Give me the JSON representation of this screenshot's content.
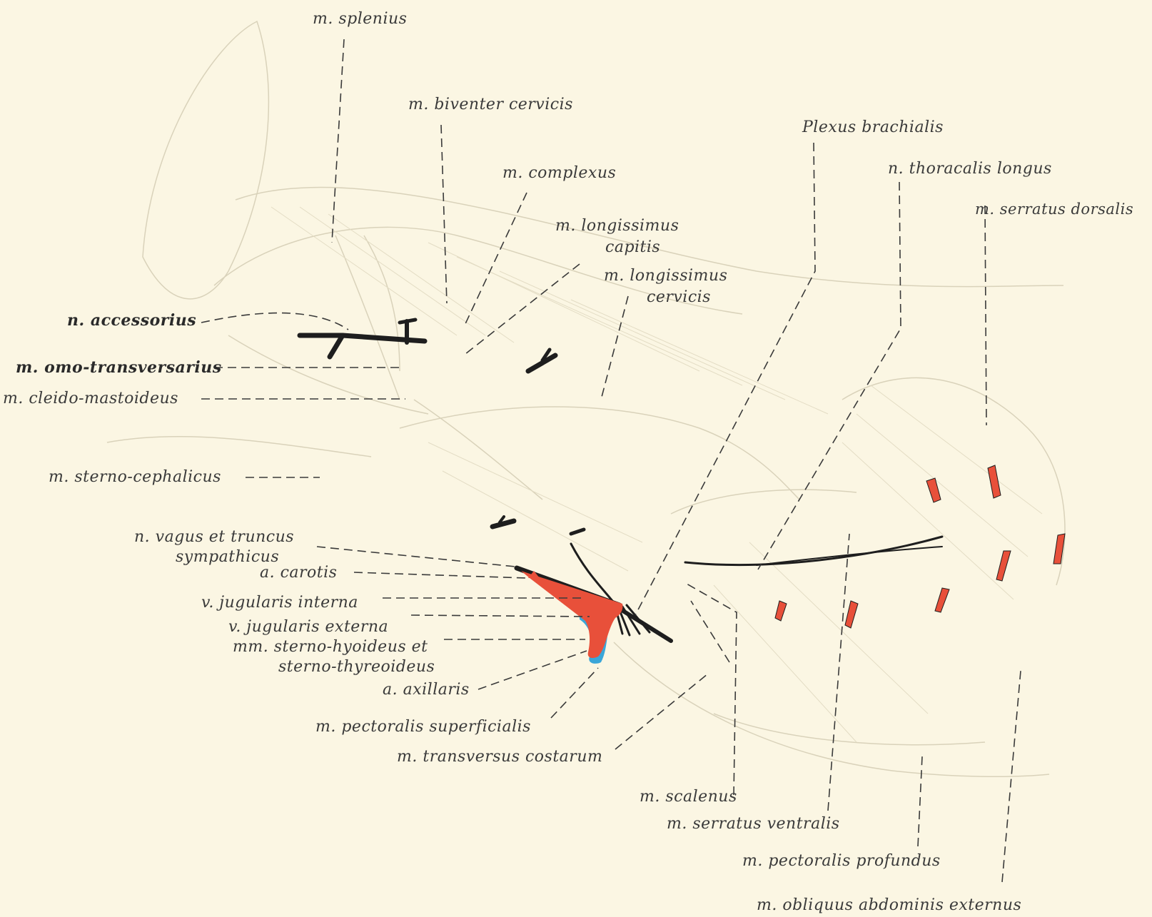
{
  "labels": {
    "splenius": "m. splenius",
    "biventer": "m. biventer cervicis",
    "complexus": "m. complexus",
    "longissimus_capitis_1": "m. longissimus",
    "longissimus_capitis_2": "capitis",
    "longissimus_cervicis_1": "m. longissimus",
    "longissimus_cervicis_2": "cervicis",
    "plexus_brachialis": "Plexus brachialis",
    "thoracalis_longus": "n. thoracalis longus",
    "serratus_dorsalis": "m. serratus dorsalis",
    "accessorius": "n. accessorius",
    "omo_transversarius": "m. omo-transversarius",
    "cleido_mastoideus": "m. cleido-mastoideus",
    "sterno_cephalicus": "m. sterno-cephalicus",
    "vagus_1": "n. vagus et truncus",
    "vagus_2": "sympathicus",
    "carotis": "a. carotis",
    "jugularis_interna": "v. jugularis interna",
    "jugularis_externa": "v. jugularis externa",
    "sterno_hyoideus_1": "mm. sterno-hyoideus et",
    "sterno_hyoideus_2": "sterno-thyreoideus",
    "axillaris": "a. axillaris",
    "pectoralis_superficialis": "m. pectoralis superficialis",
    "transversus_costarum": "m. transversus costarum",
    "scalenus": "m. scalenus",
    "serratus_ventralis": "m. serratus ventralis",
    "pectoralis_profundus": "m. pectoralis profundus",
    "obliquus": "m. obliquus abdominis externus"
  },
  "colors": {
    "background": "#fbf6e3",
    "artery": "#e8503a",
    "vein": "#3aa6d8",
    "nerve": "#1e1e1e",
    "muscle_outline": "#d9d2ba",
    "label_text": "#3a3a3a"
  }
}
